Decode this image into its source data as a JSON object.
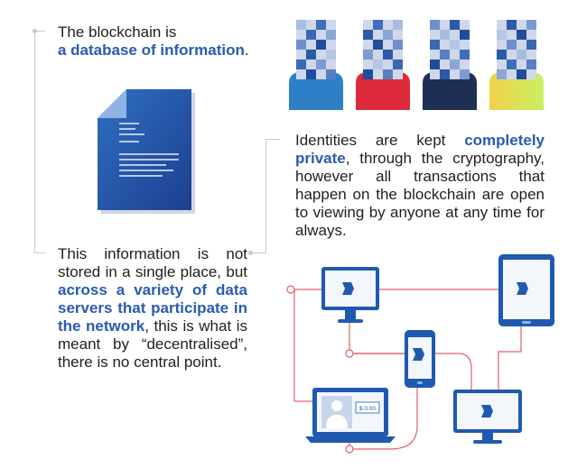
{
  "blocks": {
    "top_left": {
      "line1": "The blockchain is",
      "bold": "a database of information",
      "tail": "."
    },
    "right": {
      "pre": "Identities are kept ",
      "bold": "completely private",
      "post": ", through the cryptography, however all transactions that happen on the blockchain are open to viewing by anyone at any time for always."
    },
    "bottom_left": {
      "pre": "This information is not stored in a single place, but ",
      "bold": "across a variety of data servers that participate in the network",
      "post": ", this is what is meant by “decentralised”, there is no central point."
    }
  },
  "laptop_badge": "$ 0.00",
  "colors": {
    "accent_blue": "#2a5bb0",
    "network_red": "#e0606e",
    "avatar_colors": [
      "#2d80c8",
      "#dd2a3b",
      "#1e2f55",
      "#dfe85a"
    ]
  },
  "icons": {
    "document": "document-icon",
    "avatars": "pixelated-avatar-icons",
    "devices": "network-device-icons"
  }
}
